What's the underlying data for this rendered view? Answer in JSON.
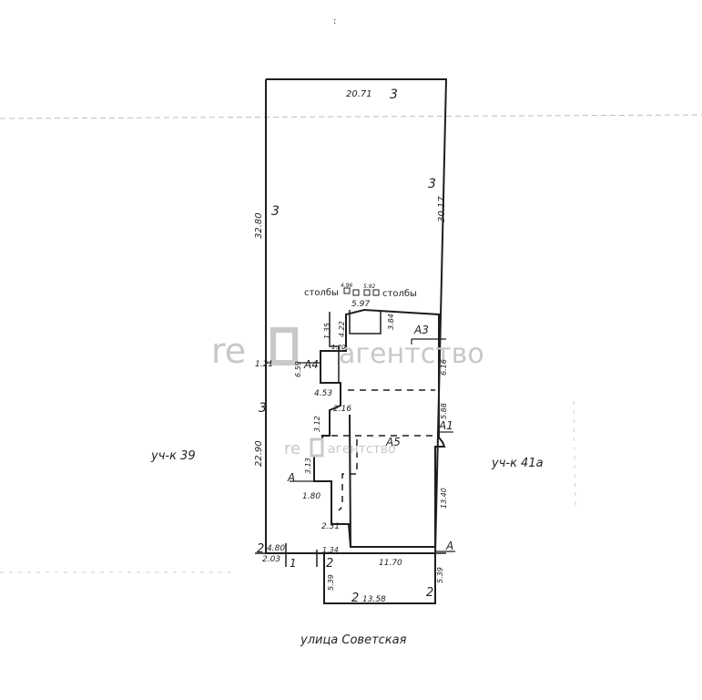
{
  "colors": {
    "ink": "#1e1e1e",
    "watermark": "#c9c9c9",
    "paper": "#ffffff"
  },
  "watermark": {
    "brand": "re",
    "agency": "агентство"
  },
  "parcel": {
    "dim_top": "20.71",
    "dim_left": "32.80",
    "dim_right": "30.17",
    "dim_left_lower": "22.90",
    "dim_step": "1.21",
    "dim_bottom_left": "4.80",
    "dim_bottom_left2": "2.03",
    "owner_mark": "3",
    "owner_mark_alt": "2",
    "point_1": "1"
  },
  "posts": {
    "left": "столбы",
    "right": "столбы",
    "dim_a": "4.96",
    "dim_b": "5.92",
    "dim_c": "5.97"
  },
  "buildings": {
    "a3": {
      "label": "А3",
      "dim_top": "4.22",
      "dim_side": "3.84",
      "dim_right": "6.16"
    },
    "a4": {
      "label": "А4",
      "dim_left": "6.59",
      "dim_a": "1.35",
      "dim_b": "1.20",
      "dim_bottom": "4.53"
    },
    "a1": {
      "label": "А1",
      "dim": "5.88"
    },
    "a5": {
      "label": "А5",
      "dim_a": "2.16",
      "dim_b": "3.12",
      "dim_c": "3.13"
    },
    "a": {
      "label": "А",
      "label_left": "А",
      "dim_right": "13.40",
      "dim_bottom": "11.70",
      "dim_a": "1.80",
      "dim_b": "2.31",
      "dim_c": "1.34"
    }
  },
  "front": {
    "dim_bottom": "13.58",
    "dim_left": "5.39",
    "dim_right": "5.39"
  },
  "neighbors": {
    "left": "уч-к 39",
    "right": "уч-к 41а"
  },
  "street": "улица Советская"
}
